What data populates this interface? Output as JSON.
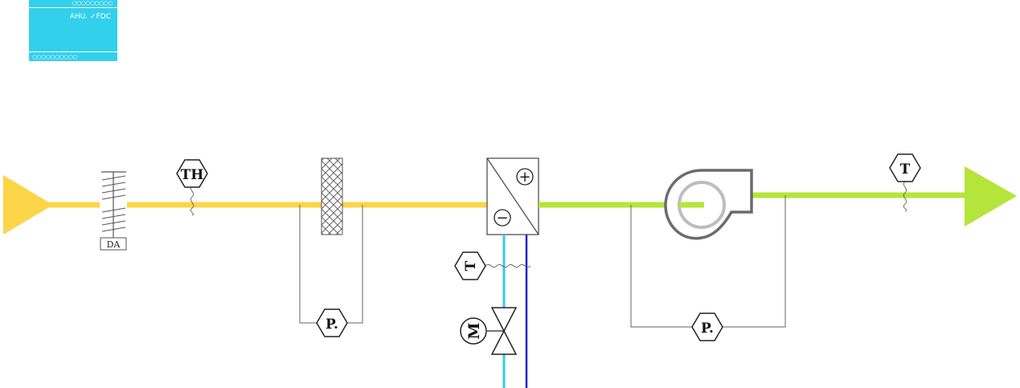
{
  "controller": {
    "label": "AHU. ✓FDC",
    "top_dots": "○○○○○○○○○",
    "bottom_dots": "○○○○○○○○○○"
  },
  "sensors": {
    "humidity_temp": "TH",
    "filter_pressure": "P.",
    "coil_temp": "T",
    "valve_motor": "M",
    "fan_pressure": "P.",
    "supply_temp": "T"
  },
  "damper": {
    "label": "DA"
  },
  "coil": {
    "heat_symbol": "+",
    "cool_symbol": "−"
  },
  "colors": {
    "outside_air": "#fcd548",
    "supply_air": "#b5e53a",
    "controller": "#33d0ec",
    "coil_supply_pipe": "#39c9e2",
    "coil_return_pipe": "#2222cc",
    "fan_housing": "#6b6b6b",
    "fan_impeller": "#bdbdbd"
  }
}
